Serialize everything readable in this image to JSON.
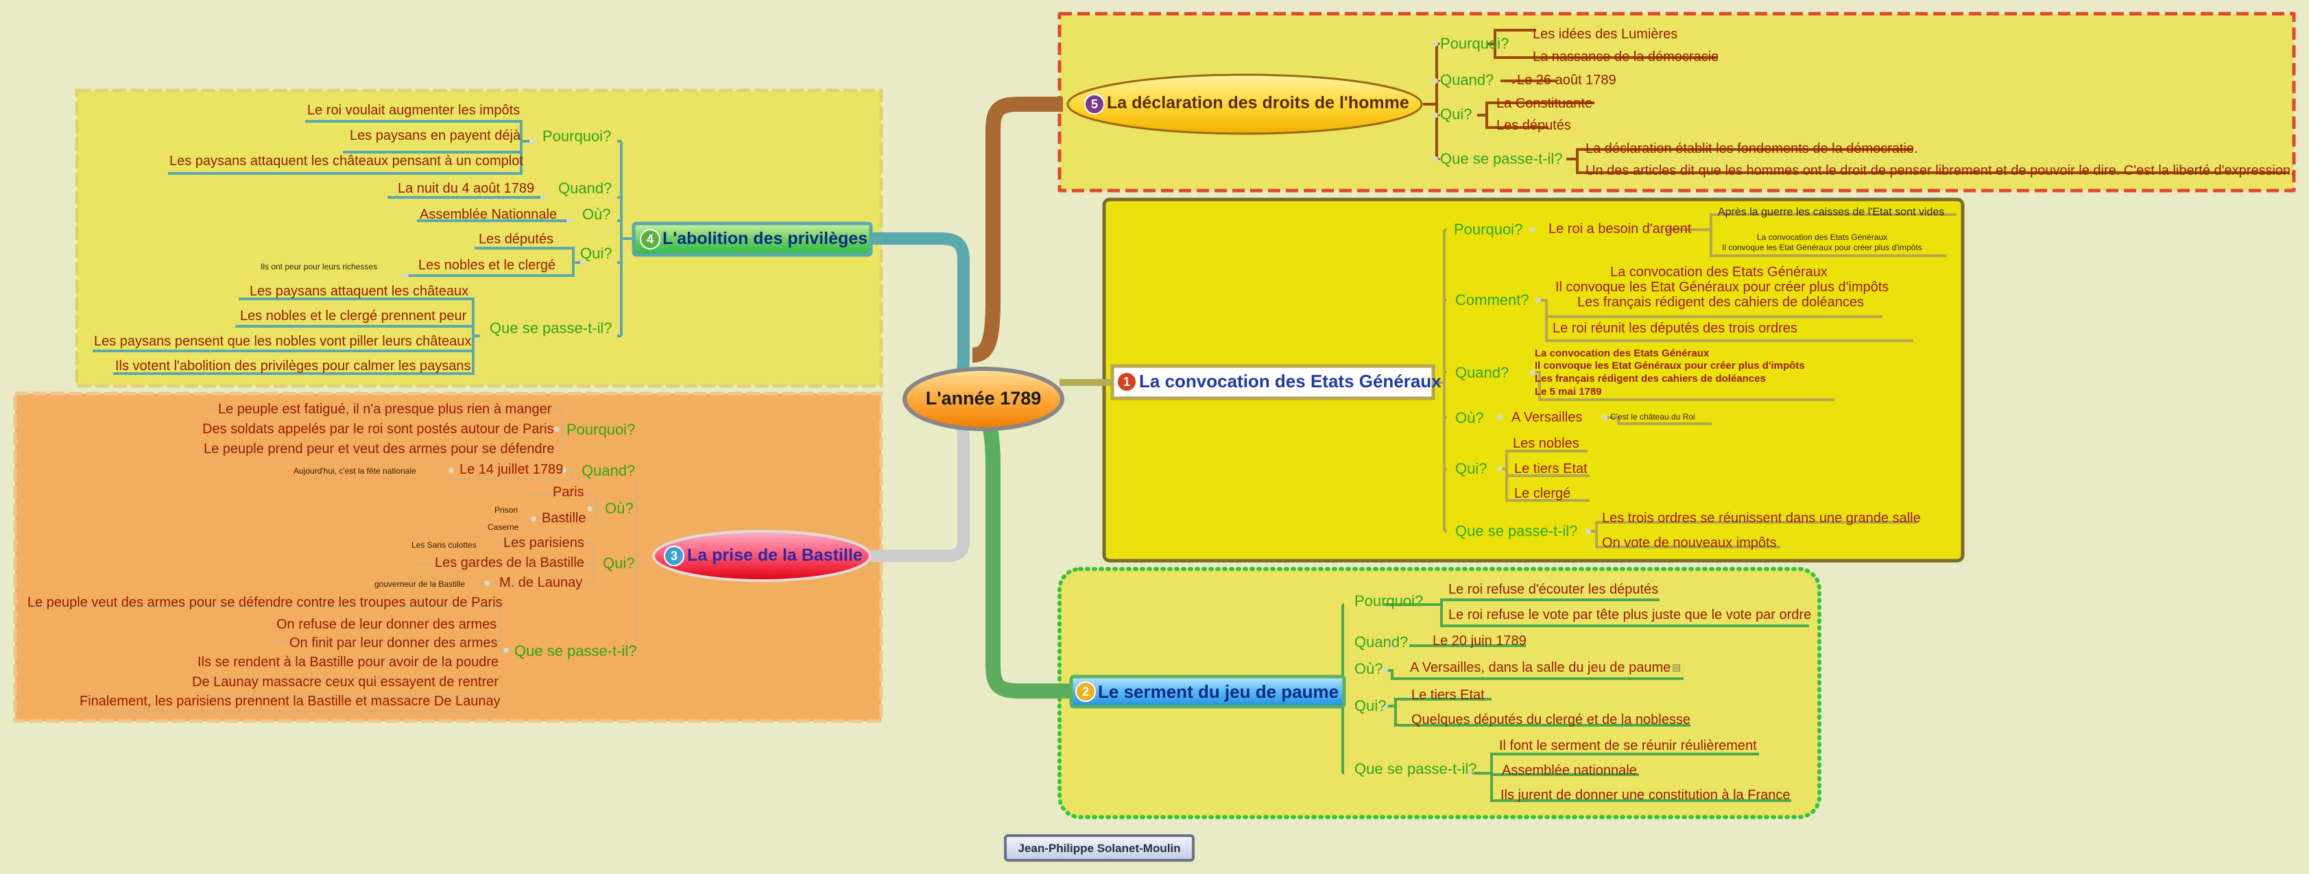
{
  "center": "L'année 1789",
  "author": "Jean-Philippe Solanet-Moulin",
  "topics": {
    "t1": {
      "num": "1",
      "title": "La convocation des Etats Généraux",
      "pourquoi_label": "Pourquoi?",
      "pourquoi_1": "Le roi a besoin d'argent",
      "pourquoi_2": "Après la guerre les caisses de l'Etat sont vides",
      "pourquoi_3a": "La convocation des Etats Généraux",
      "pourquoi_3b": "Il convoque les Etat Généraux pour créer plus d'impôts",
      "comment_label": "Comment?",
      "comment_1": "La convocation des Etats Généraux",
      "comment_2": "Il convoque les Etat Généraux pour créer plus d'impôts",
      "comment_3": "Les français rédigent des cahiers de doléances",
      "comment_4": "Le roi réunit les députés des trois ordres",
      "quand_label": "Quand?",
      "quand_1": "La convocation des Etats Généraux",
      "quand_2": "Il convoque les Etat Généraux pour créer plus d'impôts",
      "quand_3": "Les français rédigent des cahiers de doléances",
      "quand_4": "Le 5 mai 1789",
      "ou_label": "Où?",
      "ou_1": "A Versailles",
      "ou_2": "C'est le château du Roi",
      "qui_label": "Qui?",
      "qui_1": "Les nobles",
      "qui_2": "Le tiers Etat",
      "qui_3": "Le clergé",
      "qsp_label": "Que se passe-t-il?",
      "qsp_1": "Les trois ordres se réunissent dans une grande salle",
      "qsp_2": "On vote de nouveaux impôts"
    },
    "t2": {
      "num": "2",
      "title": "Le serment du jeu de paume",
      "pourquoi_label": "Pourquoi?",
      "pourquoi_1": "Le roi refuse d'écouter les députés",
      "pourquoi_2": "Le roi refuse le vote par tête plus juste que le vote par ordre",
      "quand_label": "Quand?",
      "quand_1": "Le 20 juin 1789",
      "ou_label": "Où?",
      "ou_1": "A Versailles, dans la salle du jeu de paume",
      "qui_label": "Qui?",
      "qui_1": "Le tiers Etat",
      "qui_2": "Quelques députés du clergé et de la noblesse",
      "qsp_label": "Que se passe-t-il?",
      "qsp_1": "Il font le serment de se réunir réulièrement",
      "qsp_2": "Assemblée nationnale",
      "qsp_3": "Ils jurent de donner une constitution à la France"
    },
    "t3": {
      "num": "3",
      "title": "La prise de la Bastille",
      "pourquoi_label": "Pourquoi?",
      "pourquoi_1": "Le peuple est fatigué, il n'a presque plus rien à manger",
      "pourquoi_2": "Des soldats appelés par le roi sont postés autour de Paris",
      "pourquoi_3": "Le peuple prend peur et veut des armes pour se défendre",
      "quand_label": "Quand?",
      "quand_1": "Le 14 juillet 1789",
      "quand_note": "Aujourd'hui, c'est la fête nationale",
      "ou_label": "Où?",
      "ou_1": "Paris",
      "ou_2": "Bastille",
      "ou_note1": "Prison",
      "ou_note2": "Caserne",
      "qui_label": "Qui?",
      "qui_1": "Les parisiens",
      "qui_1_note": "Les Sans culottes",
      "qui_2": "Les gardes de la Bastille",
      "qui_3": "M. de Launay",
      "qui_3_note": "gouverneur de la Bastille",
      "qsp_label": "Que se passe-t-il?",
      "qsp_1": "Le peuple veut des armes pour se défendre contre les troupes autour de Paris",
      "qsp_2": "On refuse de leur donner des armes",
      "qsp_3": "On finit par leur donner des armes",
      "qsp_4": "Ils se rendent à la Bastille pour avoir de la poudre",
      "qsp_5": "De Launay massacre ceux qui essayent de rentrer",
      "qsp_6": "Finalement, les parisiens prennent la Bastille et massacre De Launay"
    },
    "t4": {
      "num": "4",
      "title": "L'abolition des privilèges",
      "pourquoi_label": "Pourquoi?",
      "pourquoi_1": "Le roi voulait augmenter les impôts",
      "pourquoi_2": "Les paysans en payent déjà",
      "pourquoi_3": "Les paysans attaquent les châteaux pensant à un complot",
      "quand_label": "Quand?",
      "quand_1": "La nuit du 4 août 1789",
      "ou_label": "Où?",
      "ou_1": "Assemblée Nationnale",
      "qui_label": "Qui?",
      "qui_1": "Les députés",
      "qui_2": "Les nobles et le clergé",
      "qui_2_note": "Ils ont peur pour leurs richesses",
      "qsp_label": "Que se passe-t-il?",
      "qsp_1": "Les paysans attaquent les châteaux",
      "qsp_2": "Les nobles et le clergé prennent peur",
      "qsp_3": "Les paysans pensent que les nobles vont piller leurs châteaux",
      "qsp_4": "Ils votent l'abolition des privilèges pour calmer les paysans"
    },
    "t5": {
      "num": "5",
      "title": "La déclaration des droits de l'homme",
      "pourquoi_label": "Pourquoi?",
      "pourquoi_1": "Les idées des Lumières",
      "pourquoi_2": "La nassance de la démocracie",
      "quand_label": "Quand?",
      "quand_1": "Le 26 août 1789",
      "qui_label": "Qui?",
      "qui_1": "La Constituante",
      "qui_2": "Les députés",
      "qsp_label": "Que se passe-t-il?",
      "qsp_1": "La déclaration établit les fondements de la démocratie.",
      "qsp_2": "Un des articles dit que les hommes ont le droit de penser librement et de pouvoir le dire. C'est la liberté d'expression."
    }
  }
}
